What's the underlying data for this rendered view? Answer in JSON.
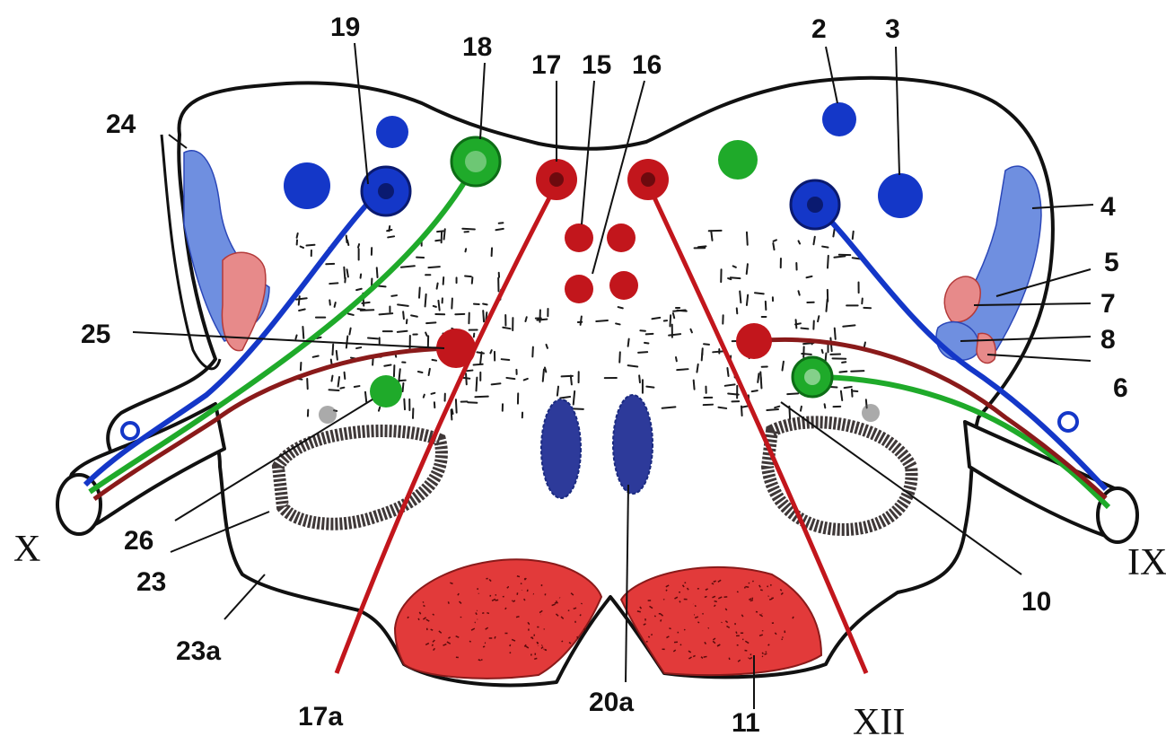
{
  "labels": {
    "l19": "19",
    "l18": "18",
    "l17": "17",
    "l15": "15",
    "l16": "16",
    "l2": "2",
    "l3": "3",
    "l24": "24",
    "l4": "4",
    "l5": "5",
    "l7": "7",
    "l8": "8",
    "l6": "6",
    "l25": "25",
    "l10": "10",
    "l26": "26",
    "l23": "23",
    "l23a": "23a",
    "l17a": "17a",
    "l20a": "20a",
    "l11": "11"
  },
  "roman": {
    "left_nerve": "X",
    "right_nerve": "IX",
    "bottom_nerve": "XII"
  },
  "colors": {
    "motor_red": "#c2161c",
    "sensory_blue": "#1437c8",
    "parasympathetic_green": "#1faa2a",
    "tract_blue": "#6f8fe0",
    "pyramid_red": "#e23a3a",
    "outline": "#111111"
  }
}
